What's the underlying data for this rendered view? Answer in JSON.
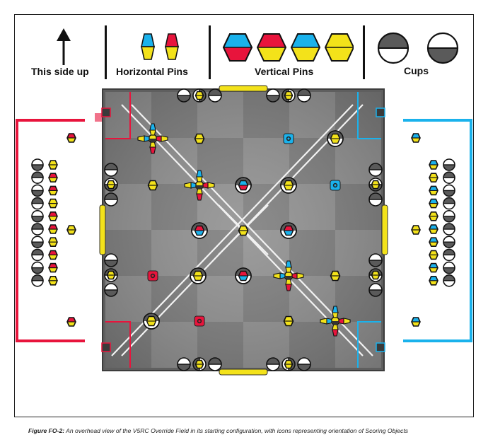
{
  "legend": {
    "up_label": "This side up",
    "horizontal_label": "Horizontal Pins",
    "vertical_label": "Vertical Pins",
    "cups_label": "Cups"
  },
  "caption": {
    "figure_id": "Figure FO-2:",
    "text": " An overhead view of the V5RC Override Field in its starting configuration, with icons representing orientation of Scoring Objects"
  },
  "colors": {
    "red": "#e8143c",
    "blue": "#1ab2ec",
    "yellow": "#f3e21a",
    "tile_light": "#8e8e8e",
    "tile_dark": "#7a7a7a",
    "wall": "#5f5f5f",
    "line": "#f2f2f2"
  },
  "icons": {
    "arrow": "up-arrow-icon",
    "horizontal_pin": "horizontal-pin-icon",
    "vertical_pin": "vertical-pin-icon",
    "cup": "cup-icon"
  }
}
